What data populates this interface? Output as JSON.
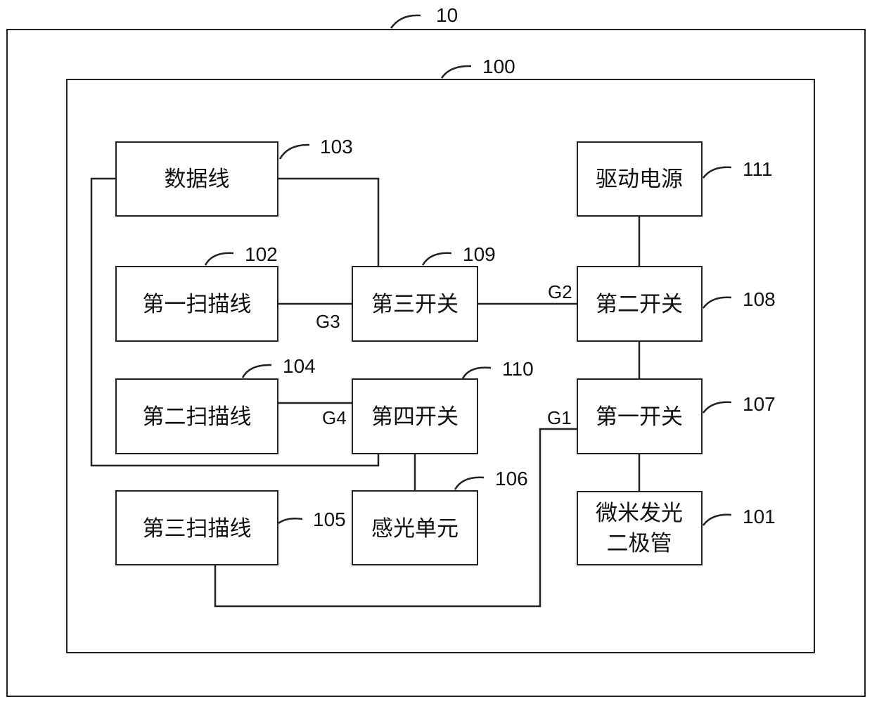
{
  "frame_outer_ref": "10",
  "frame_inner_ref": "100",
  "blocks": {
    "data_line": {
      "label": "数据线",
      "ref": "103"
    },
    "first_scan_line": {
      "label": "第一扫描线",
      "ref": "102"
    },
    "second_scan_line": {
      "label": "第二扫描线",
      "ref": "104"
    },
    "third_scan_line": {
      "label": "第三扫描线",
      "ref": "105"
    },
    "third_switch": {
      "label": "第三开关",
      "ref": "109"
    },
    "fourth_switch": {
      "label": "第四开关",
      "ref": "110"
    },
    "photosensitive_unit": {
      "label": "感光单元",
      "ref": "106"
    },
    "drive_power": {
      "label": "驱动电源",
      "ref": "111"
    },
    "second_switch": {
      "label": "第二开关",
      "ref": "108"
    },
    "first_switch": {
      "label": "第一开关",
      "ref": "107"
    },
    "micro_led": {
      "label_line1": "微米发光",
      "label_line2": "二极管",
      "ref": "101"
    }
  },
  "signals": {
    "g1": "G1",
    "g2": "G2",
    "g3": "G3",
    "g4": "G4"
  }
}
